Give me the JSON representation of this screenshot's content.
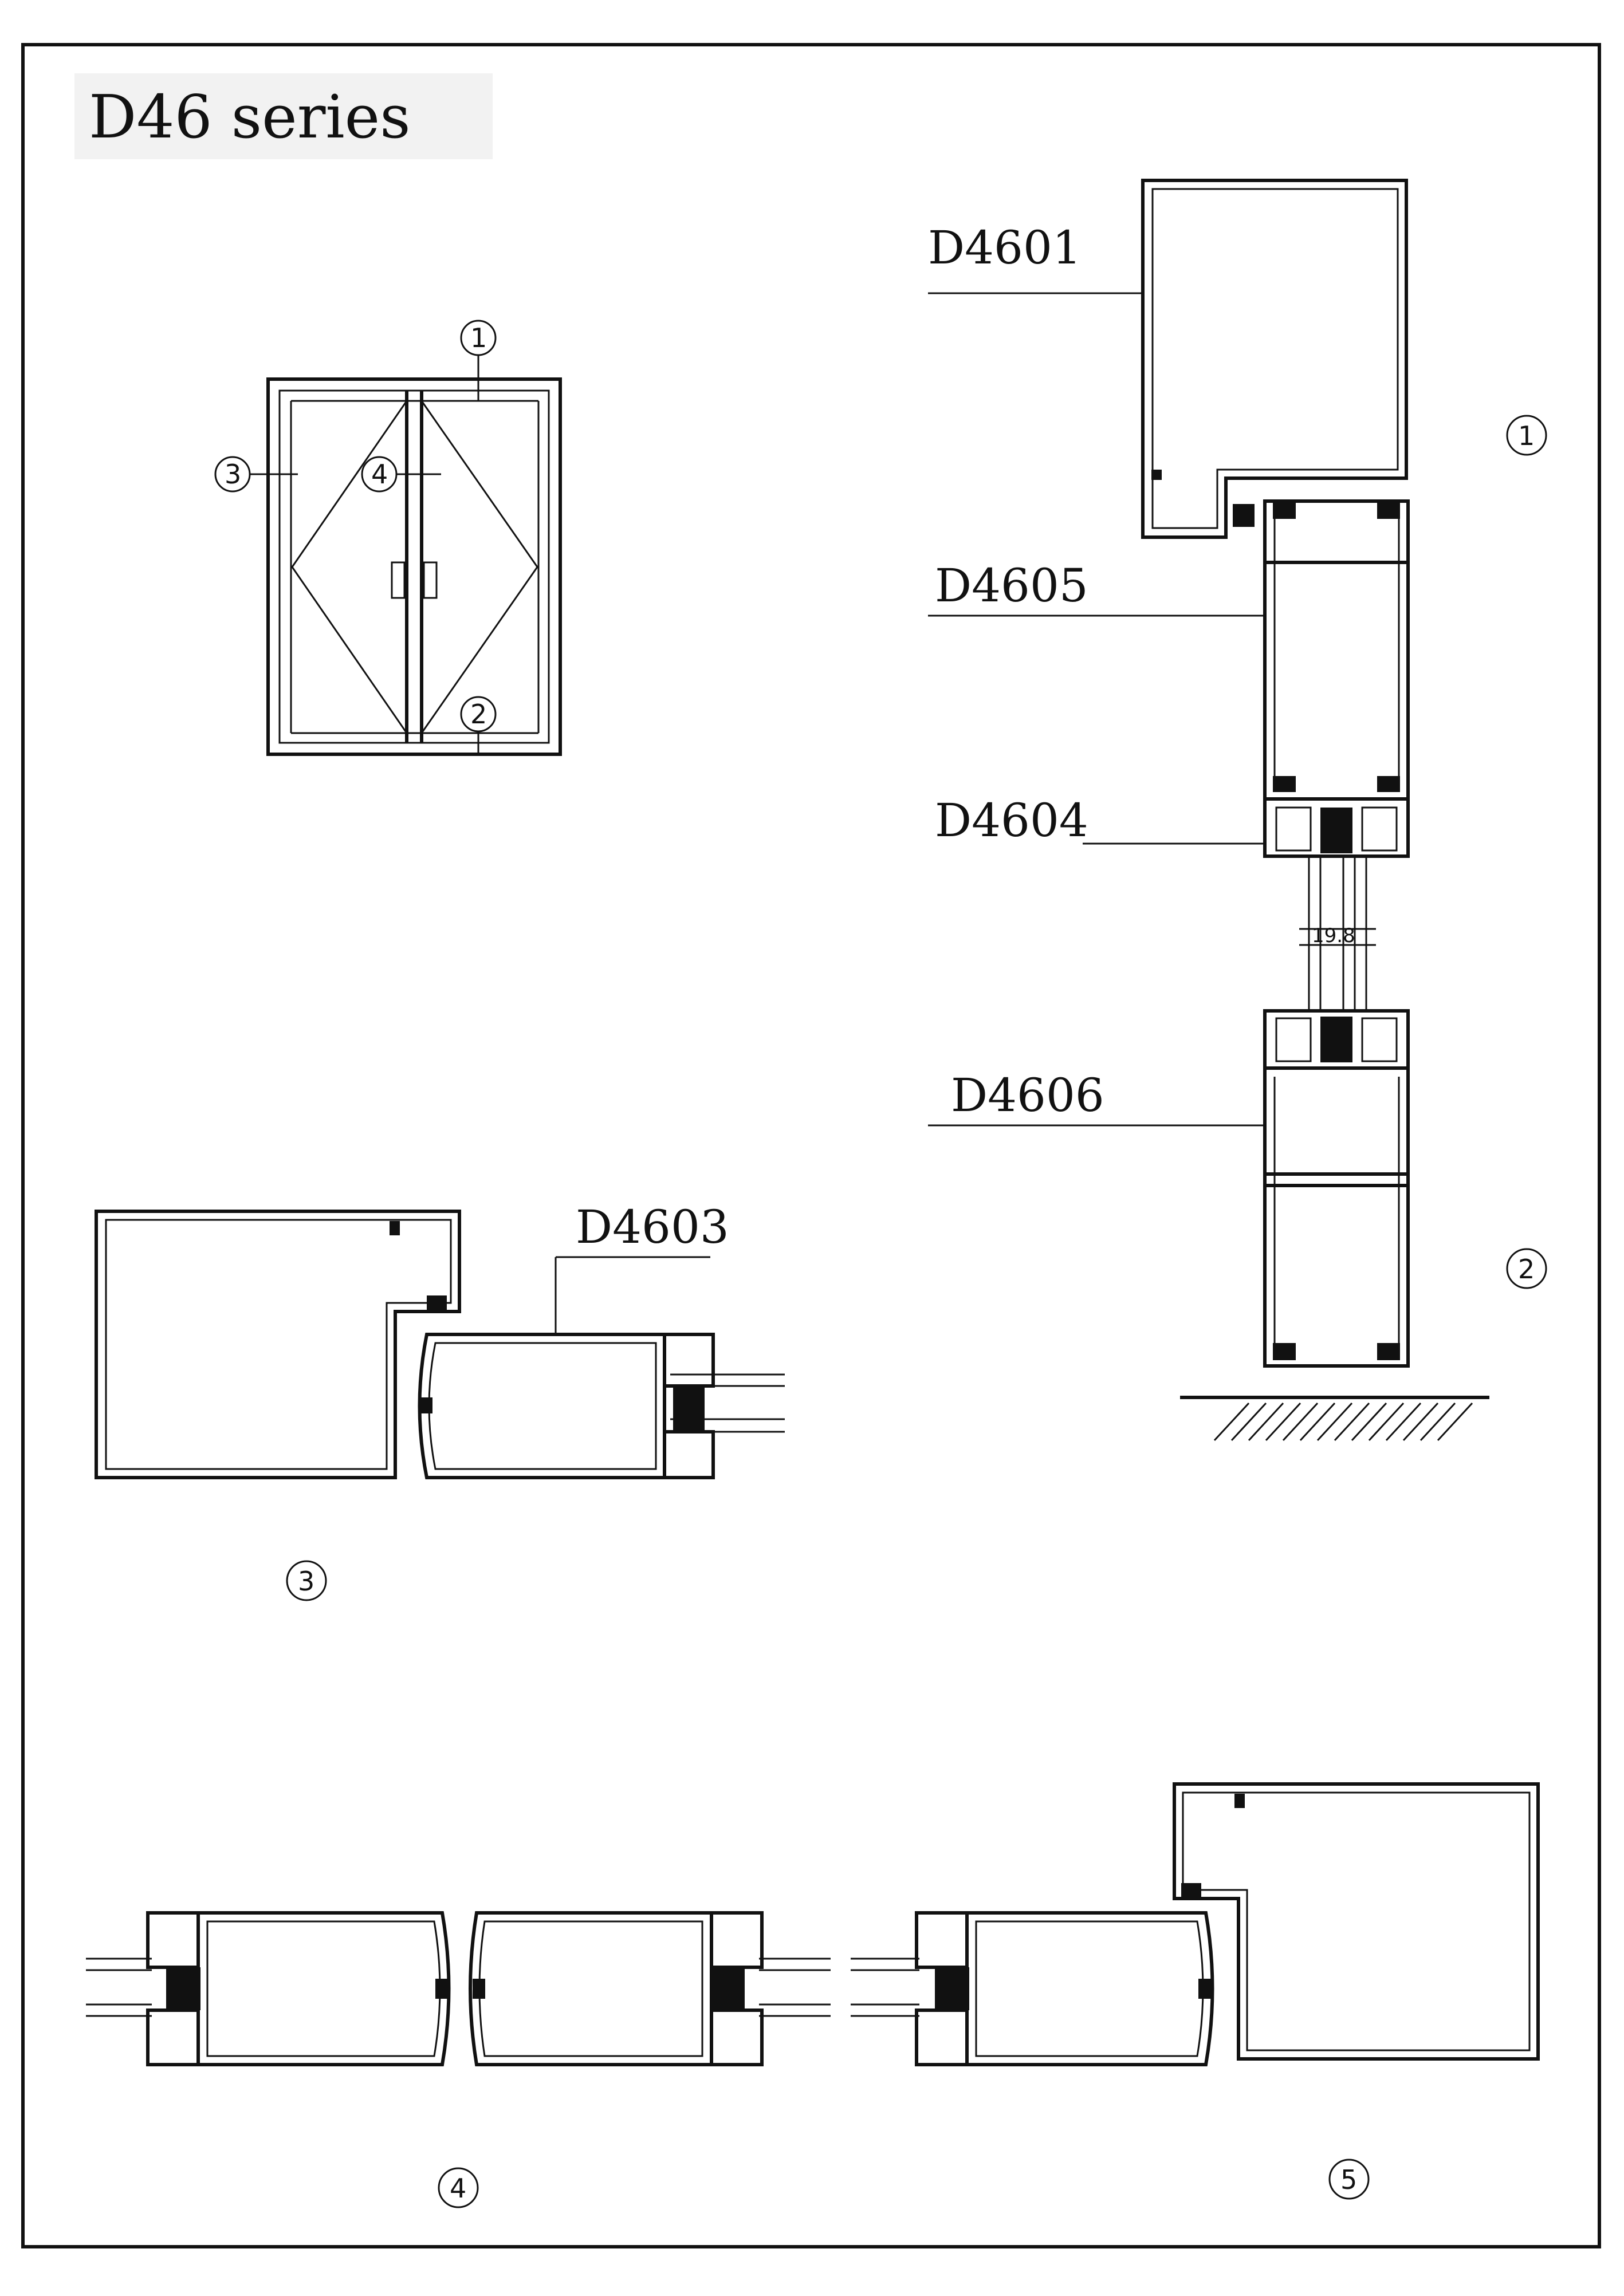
{
  "sheet": {
    "title": "D46 series",
    "colors": {
      "ink": "#111111",
      "paper": "#ffffff",
      "title_bg": "#f2f2f2"
    }
  },
  "elevation": {
    "callouts": [
      "1",
      "2",
      "3",
      "4"
    ]
  },
  "profiles": {
    "top_frame": "D4601",
    "transom": "D4605",
    "glazing_bead": "D4604",
    "bottom_rail": "D4606",
    "side_frame": "D4603"
  },
  "dimensions": {
    "glass_gap": "19.8"
  },
  "sections": {
    "section_1": "1",
    "section_2": "2",
    "section_3": "3",
    "section_4": "4",
    "section_5": "5"
  }
}
